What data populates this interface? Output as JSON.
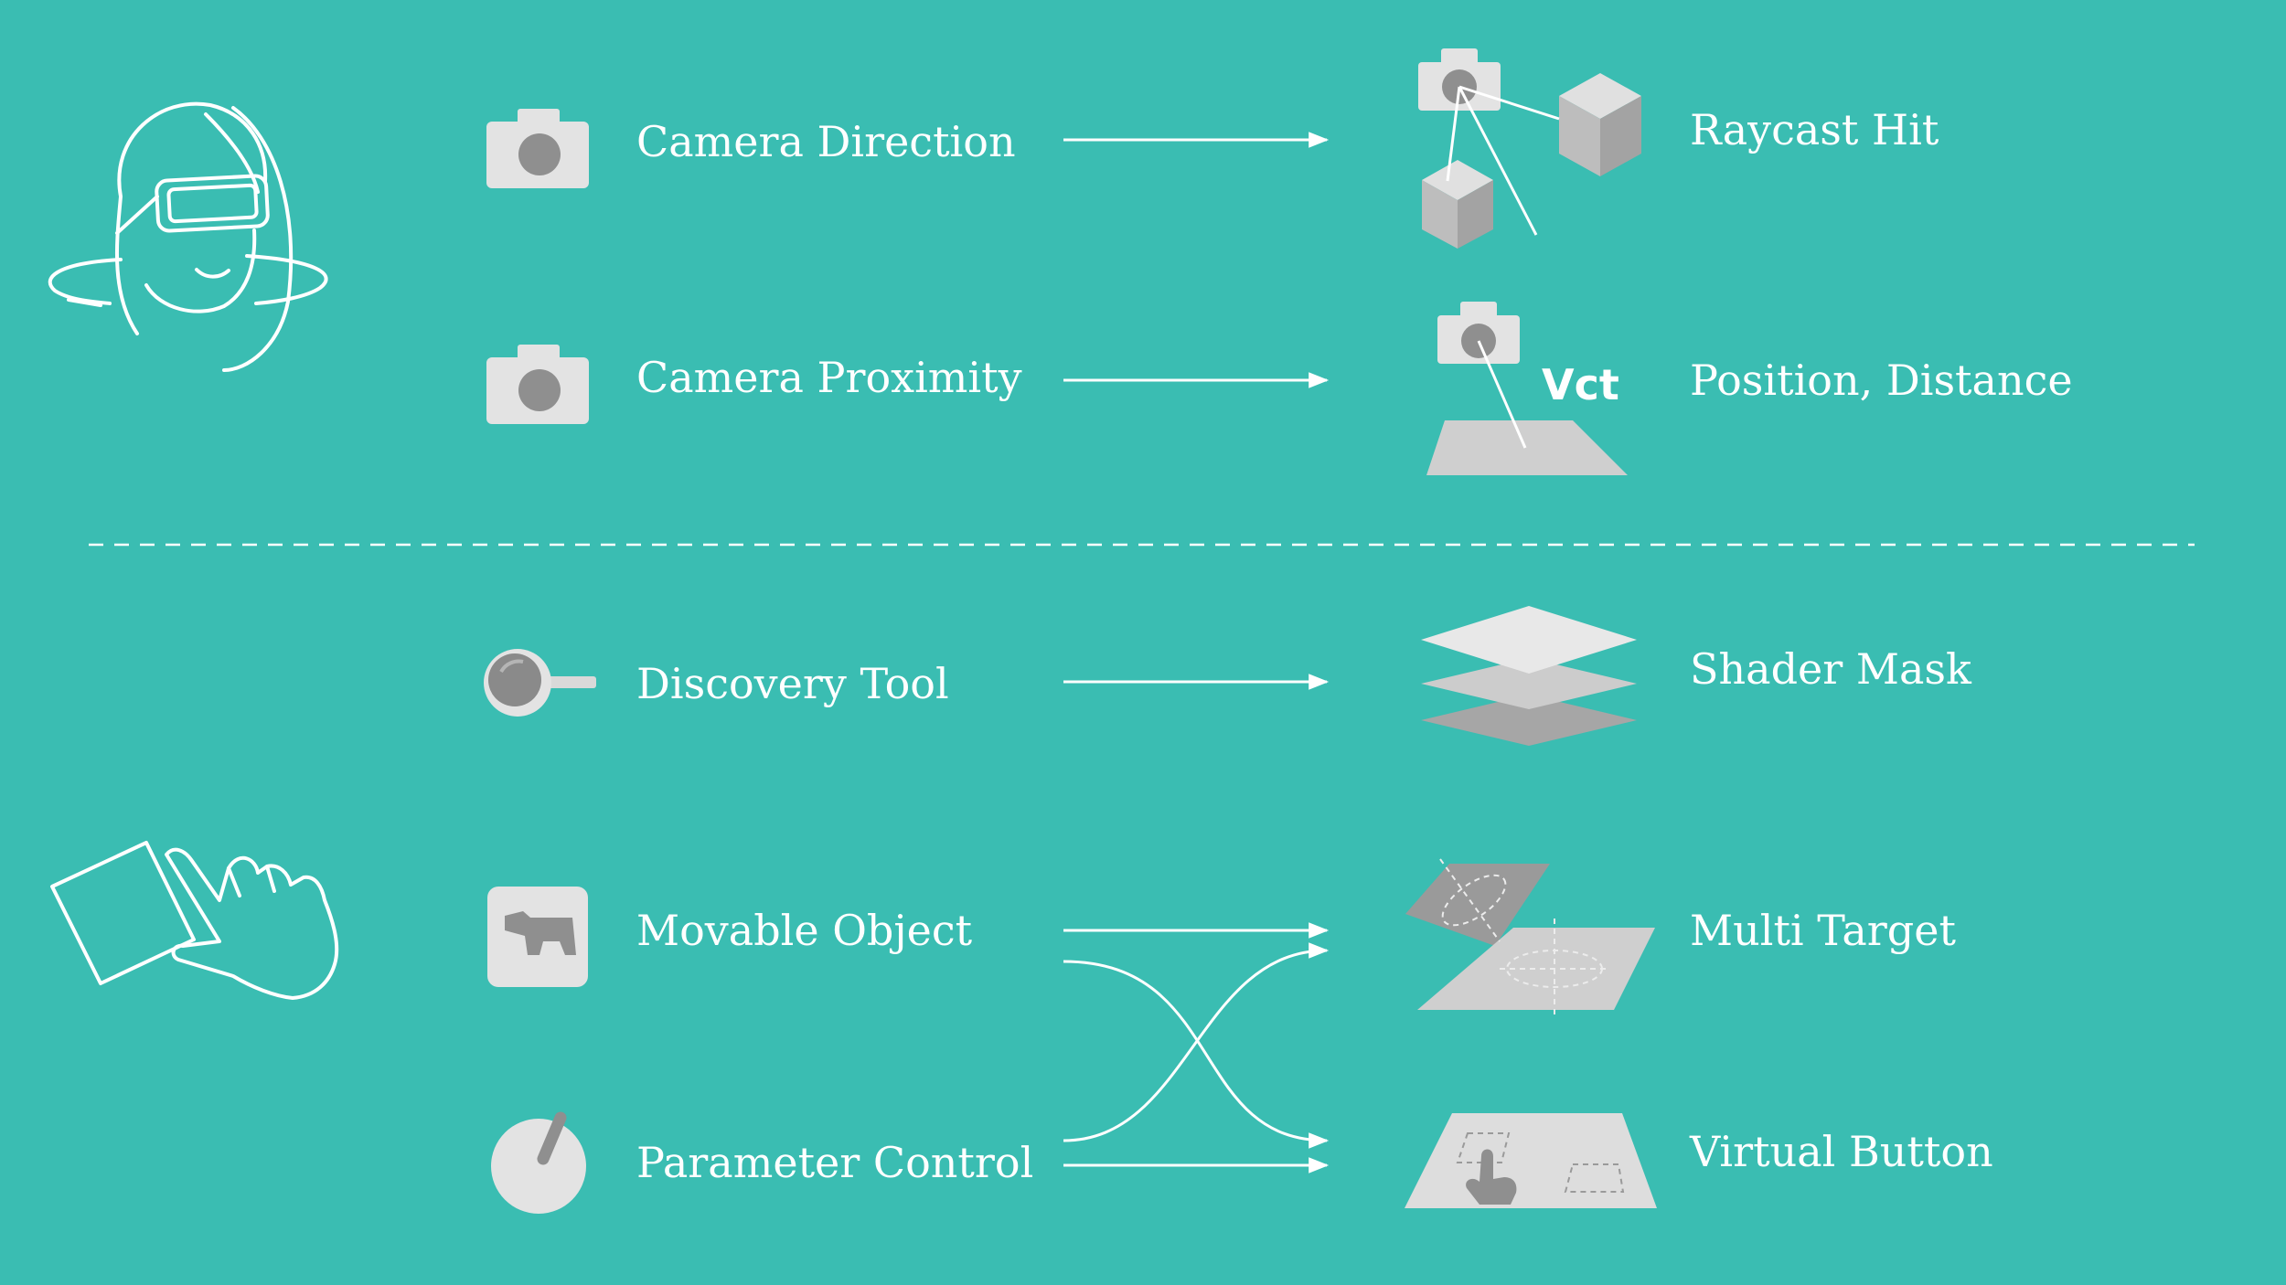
{
  "inputs": [
    {
      "label": "Camera Direction",
      "icon": "camera-icon"
    },
    {
      "label": "Camera Proximity",
      "icon": "camera-icon"
    },
    {
      "label": "Discovery Tool",
      "icon": "magnifier-icon"
    },
    {
      "label": "Movable Object",
      "icon": "animal-tile-icon"
    },
    {
      "label": "Parameter Control",
      "icon": "dial-knob-icon"
    }
  ],
  "outputs": [
    {
      "label": "Raycast Hit",
      "icon": "raycast-cubes-icon"
    },
    {
      "label": "Position, Distance",
      "icon": "camera-plane-icon"
    },
    {
      "label": "Shader Mask",
      "icon": "stacked-layers-icon"
    },
    {
      "label": "Multi Target",
      "icon": "multi-target-icon"
    },
    {
      "label": "Virtual Button",
      "icon": "virtual-button-icon"
    }
  ],
  "vector_label": "Vct",
  "colors": {
    "background": "#3abdb2",
    "line": "#ffffff",
    "icon_light": "#e3e3e3",
    "icon_dark": "#8f8f8f"
  }
}
